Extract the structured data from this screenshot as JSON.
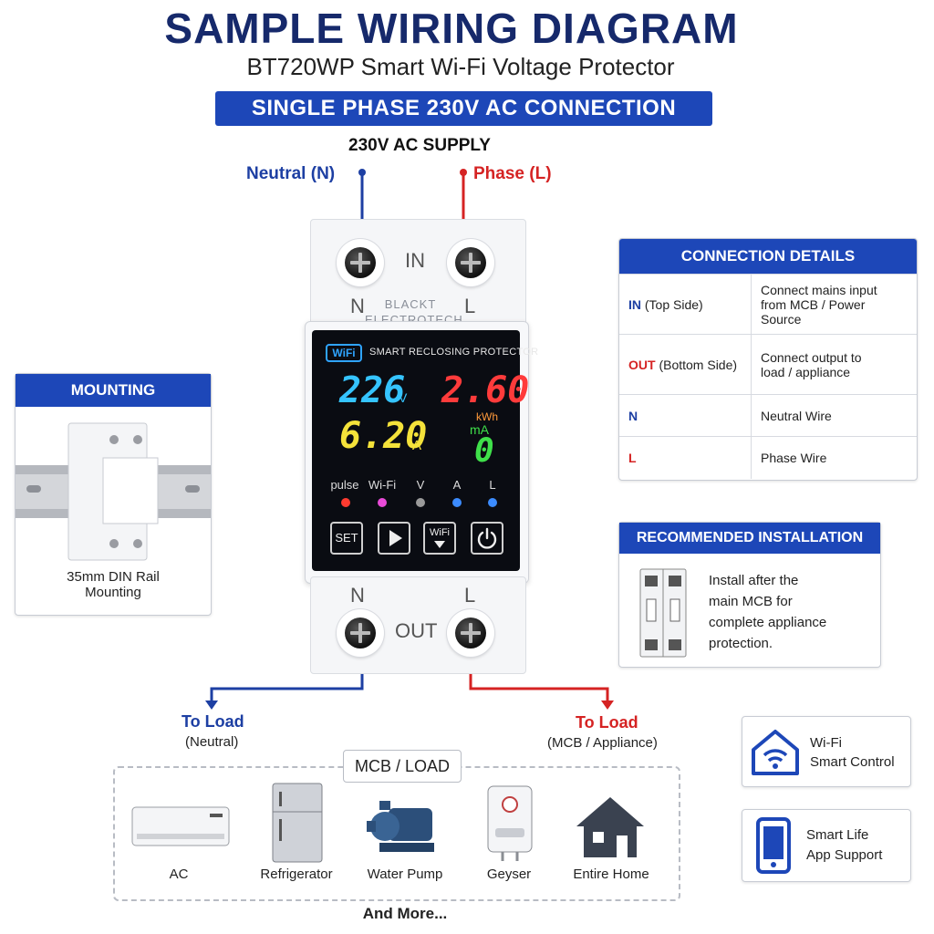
{
  "header": {
    "title": "SAMPLE WIRING DIAGRAM",
    "subtitle": "BT720WP Smart Wi-Fi Voltage Protector",
    "banner": "SINGLE PHASE 230V AC CONNECTION"
  },
  "supply": {
    "label": "230V AC SUPPLY",
    "neutral": "Neutral (N)",
    "phase": "Phase (L)"
  },
  "device": {
    "in_label": "IN",
    "out_label": "OUT",
    "n": "N",
    "l": "L",
    "brand_line1": "BLACKT",
    "brand_line2": "ELECTROTECH",
    "wifi_badge": "WiFi",
    "screen_title": "SMART RECLOSING PROTECTOR",
    "voltage": "226",
    "voltage_unit": "V",
    "energy": "2.60",
    "energy_unit": "kWh",
    "current": "6.20",
    "current_unit": "A",
    "leak_unit": "mA",
    "leak": "0",
    "leds": [
      "pulse",
      "Wi-Fi",
      "V",
      "A",
      "L"
    ],
    "led_colors": [
      "#ff3b30",
      "#e94bd8",
      "#9a9a9a",
      "#3c8cff",
      "#3c8cff"
    ],
    "buttons": {
      "set": "SET",
      "wifi": "WiFi"
    }
  },
  "outputs": {
    "neutral_title": "To Load",
    "neutral_sub": "(Neutral)",
    "phase_title": "To Load",
    "phase_sub": "(MCB / Appliance)"
  },
  "mounting": {
    "header": "MOUNTING",
    "caption_line1": "35mm DIN Rail",
    "caption_line2": "Mounting"
  },
  "connection_details": {
    "header": "CONNECTION DETAILS",
    "rows": [
      {
        "key": "IN",
        "key_suffix": " (Top Side)",
        "value_line1": "Connect mains input",
        "value_line2": "from MCB / Power Source"
      },
      {
        "key": "OUT",
        "key_suffix": " (Bottom Side)",
        "value_line1": "Connect output to",
        "value_line2": "load / appliance"
      },
      {
        "key": "N",
        "key_suffix": "",
        "value_line1": "Neutral Wire",
        "value_line2": ""
      },
      {
        "key": "L",
        "key_suffix": "",
        "value_line1": "Phase Wire",
        "value_line2": ""
      }
    ]
  },
  "recommended": {
    "header": "RECOMMENDED INSTALLATION",
    "line1": "Install after the",
    "line2": "main MCB for",
    "line3": "complete appliance",
    "line4": "protection."
  },
  "features": {
    "wifi_line1": "Wi-Fi",
    "wifi_line2": "Smart Control",
    "app_line1": "Smart Life",
    "app_line2": "App Support"
  },
  "loads": {
    "tag": "MCB / LOAD",
    "items": [
      "AC",
      "Refrigerator",
      "Water Pump",
      "Geyser",
      "Entire Home"
    ],
    "more": "And More..."
  },
  "colors": {
    "navy": "#16296b",
    "blue": "#1d47b8",
    "neutral_wire": "#1d3fa3",
    "phase_wire": "#d52323"
  }
}
